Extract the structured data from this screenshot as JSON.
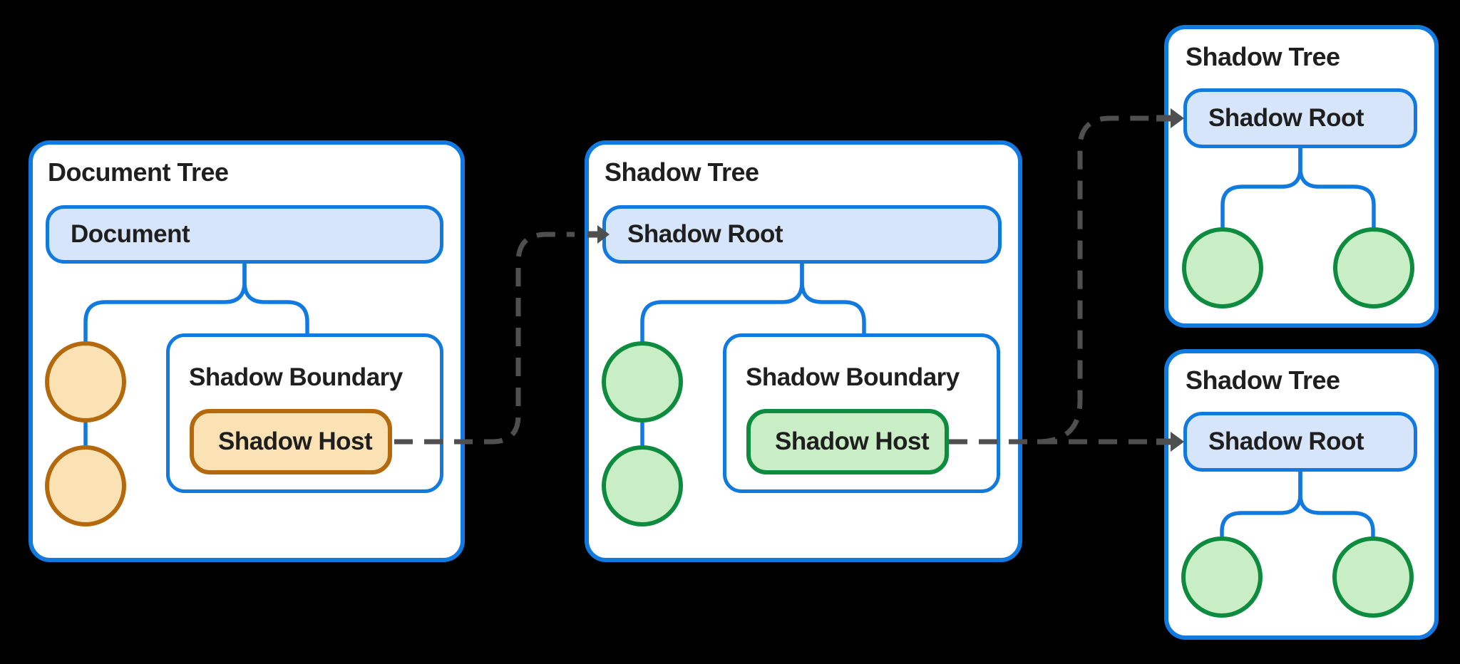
{
  "colors": {
    "background": "#000000",
    "panel_bg": "#ffffff",
    "blue_border": "#117ae0",
    "blue_fill": "#d7e5fb",
    "text": "#1f1f1f",
    "orange_border": "#b5690d",
    "orange_fill": "#fbe2b4",
    "green_border": "#0d8c3f",
    "green_fill": "#c9edc4",
    "connector_gray": "#4f4f4f"
  },
  "panels": {
    "document_tree": {
      "title": "Document Tree",
      "root_node": "Document",
      "boundary": {
        "title": "Shadow Boundary",
        "host": "Shadow Host"
      }
    },
    "shadow_tree_middle": {
      "title": "Shadow Tree",
      "root_node": "Shadow Root",
      "boundary": {
        "title": "Shadow Boundary",
        "host": "Shadow Host"
      }
    },
    "shadow_tree_top_right": {
      "title": "Shadow Tree",
      "root_node": "Shadow Root"
    },
    "shadow_tree_bottom_right": {
      "title": "Shadow Tree",
      "root_node": "Shadow Root"
    }
  }
}
